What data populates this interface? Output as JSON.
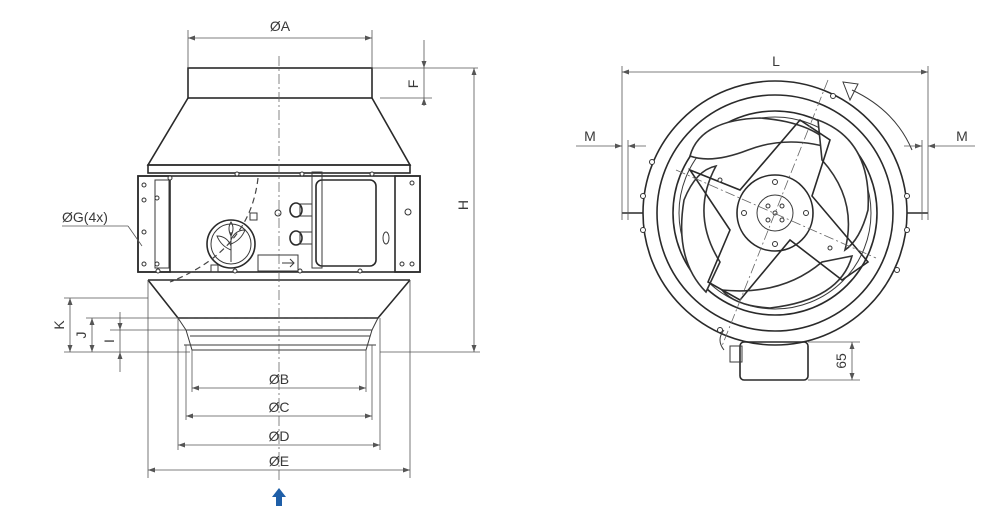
{
  "dimension_labels": {
    "A": "ØA",
    "B": "ØB",
    "C": "ØC",
    "D": "ØD",
    "E": "ØE",
    "F": "F",
    "G": "ØG(4x)",
    "H": "H",
    "I": "I",
    "J": "J",
    "K": "K",
    "L": "L",
    "M_left": "M",
    "M_right": "M",
    "box_height": "65"
  },
  "colors": {
    "line": "#3a3a3a",
    "airflow_arrow": "#1f5fa8"
  },
  "icons": {
    "airflow": "airflow-arrow-icon"
  }
}
